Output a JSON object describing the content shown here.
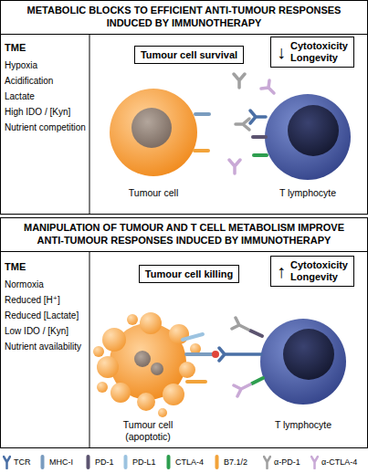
{
  "diagram": {
    "nodes": [
      {
        "text": [
          "METABOLIC BLOCKS TO EFFICIENT ANTI-TUMOUR RESPONSES INDUCED BY IMMUNOTHERAPY"
        ]
      },
      {
        "text": [
          "Tumour cell survival"
        ]
      },
      {
        "text": [
          "↓",
          "Cytotoxicity Longevity"
        ]
      },
      {
        "text": [
          "MANIPULATION OF TUMOUR AND T CELL METABOLISM IMPROVE ANTI-TUMOUR RESPONSES INDUCED BY IMMUNOTHERAPY"
        ]
      },
      {
        "text": [
          "Tumour cell killing"
        ]
      },
      {
        "text": [
          "↑",
          "Cytotoxicity Longevity"
        ]
      }
    ],
    "labels": [
      "TME",
      "Hypoxia",
      "Acidification",
      "Lactate",
      "High IDO / [Kyn]",
      "Nutrient competition",
      "Tumour cell",
      "T lymphocyte",
      "TME",
      "Normoxia",
      "Reduced [H⁺]",
      "Reduced [Lactate]",
      "Low IDO / [Kyn]",
      "Nutrient availability",
      "Tumour cell (apoptotic)",
      "T lymphocyte"
    ],
    "legend": [
      {
        "text": "TCR"
      },
      {
        "text": "MHC-I"
      },
      {
        "text": "PD-1"
      },
      {
        "text": "PD-L1"
      },
      {
        "text": "CTLA-4"
      },
      {
        "text": "B7.1/2"
      },
      {
        "text": "α-PD-1"
      },
      {
        "text": "α-CTLA-4"
      }
    ]
  }
}
